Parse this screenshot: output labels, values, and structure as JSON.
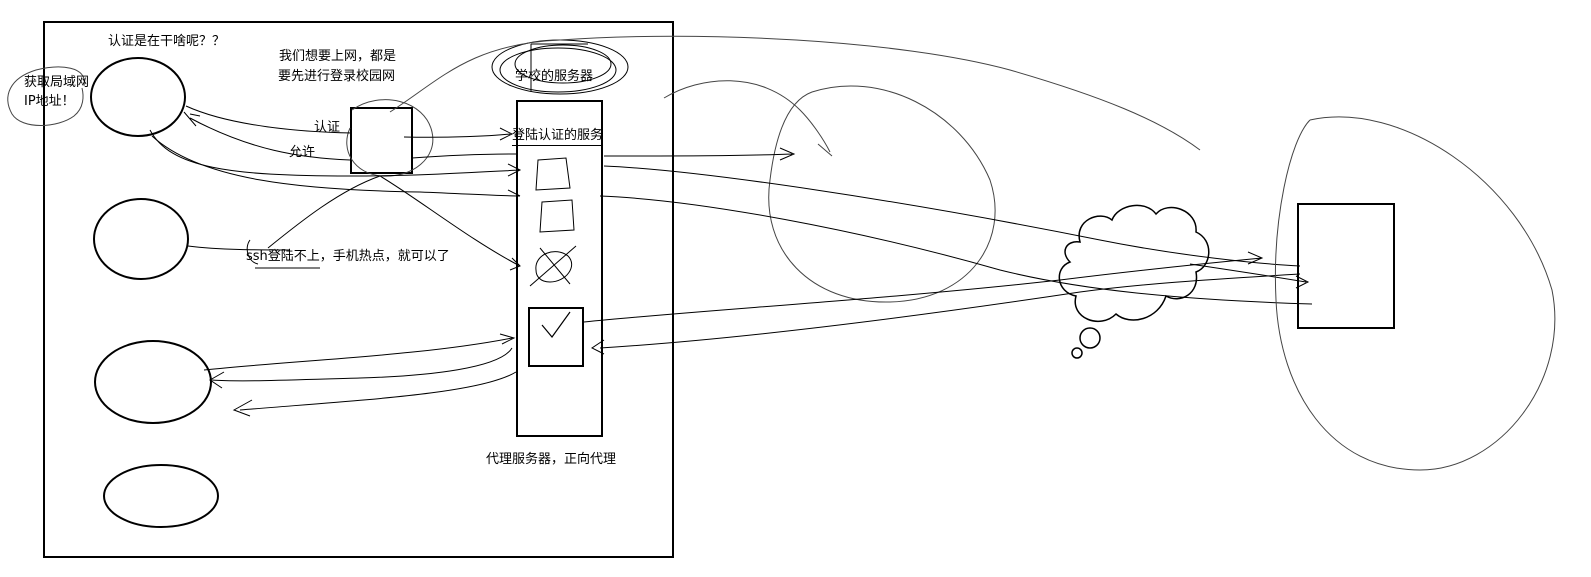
{
  "labels": {
    "question": "认证是在干啥呢？？",
    "get_ip_line1": "获取局域网",
    "get_ip_line2": "IP地址！",
    "login_note_line1": "我们想要上网，都是",
    "login_note_line2": "要先进行登录校园网",
    "auth": "认证",
    "allow": "允许",
    "school_server": "学校的服务器",
    "login_auth_service": "登陆认证的服务",
    "ssh_note": "ssh登陆不上，手机热点，就可以了",
    "proxy_note": "代理服务器，正向代理"
  },
  "colors": {
    "ink": "#000000",
    "sketch": "#444444",
    "background": "#ffffff"
  }
}
